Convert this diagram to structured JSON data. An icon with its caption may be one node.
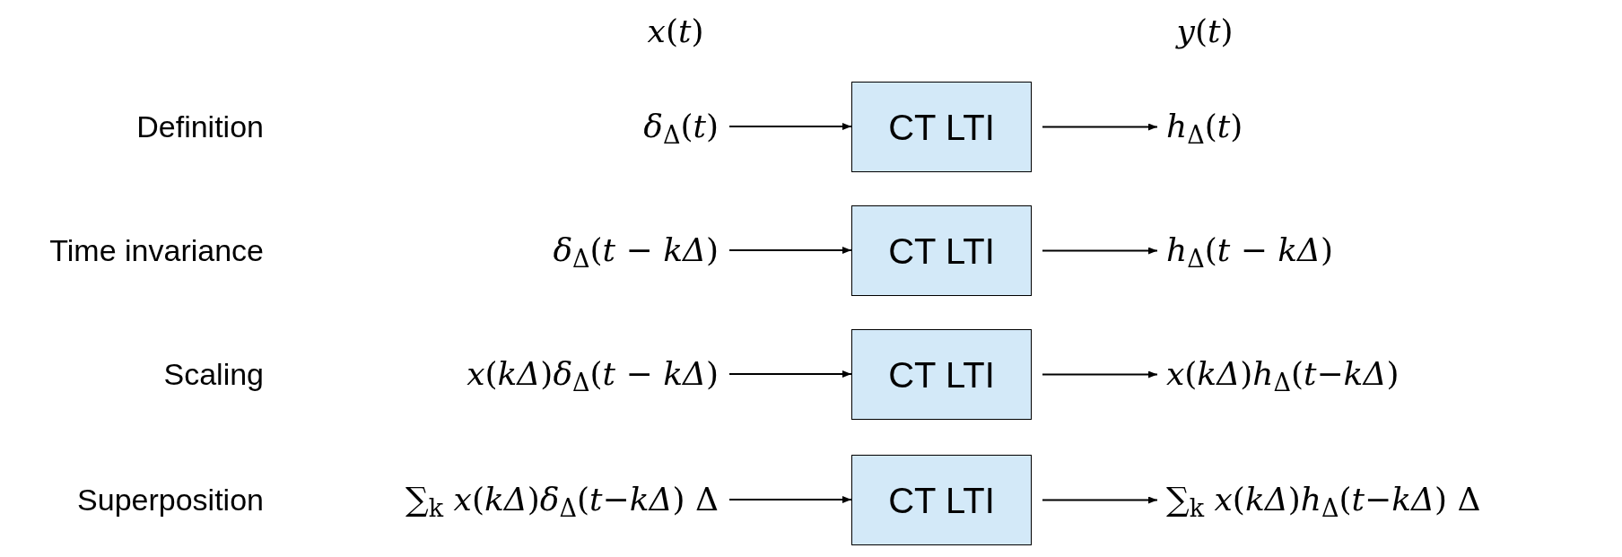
{
  "diagram": {
    "nodes": [
      {
        "text": [
          "*δ*$_{Δ}$(*t*)"
        ]
      },
      {
        "text": [
          "CT LTI"
        ]
      },
      {
        "text": [
          "*h*$_{Δ}$(*t*)"
        ]
      },
      {
        "text": [
          "*δ*$_{Δ}$(*t* − *kΔ*)"
        ]
      },
      {
        "text": [
          "CT LTI"
        ]
      },
      {
        "text": [
          "*h*$_{Δ}$(*t* − *kΔ*)"
        ]
      },
      {
        "text": [
          "*x*(*kΔ*)*δ*$_{Δ}$(*t* − *kΔ*)"
        ]
      },
      {
        "text": [
          "CT LTI"
        ]
      },
      {
        "text": [
          "*x*(*kΔ*)*h*$_{Δ}$(*t*−*kΔ*)"
        ]
      },
      {
        "text": [
          "∑$_{k}$ *x*(*kΔ*)*δ*$_{Δ}$(*t*−*kΔ*) Δ"
        ]
      },
      {
        "text": [
          "CT LTI"
        ]
      },
      {
        "text": [
          "∑$_{k}$ *x*(*kΔ*)*h*$_{Δ}$(*t*−*kΔ*) Δ"
        ]
      }
    ],
    "edges": [
      {
        "from": 0,
        "to": 1,
        "arrow": "to"
      },
      {
        "from": 1,
        "to": 2,
        "arrow": "to"
      },
      {
        "from": 3,
        "to": 4,
        "arrow": "to"
      },
      {
        "from": 4,
        "to": 5,
        "arrow": "to"
      },
      {
        "from": 6,
        "to": 7,
        "arrow": "to"
      },
      {
        "from": 7,
        "to": 8,
        "arrow": "to"
      },
      {
        "from": 9,
        "to": 10,
        "arrow": "to"
      },
      {
        "from": 10,
        "to": 11,
        "arrow": "to"
      }
    ],
    "labels": [
      "*x*(*t*)",
      "*y*(*t*)",
      "Definition",
      "Time invariance",
      "Scaling",
      "Superposition"
    ]
  }
}
